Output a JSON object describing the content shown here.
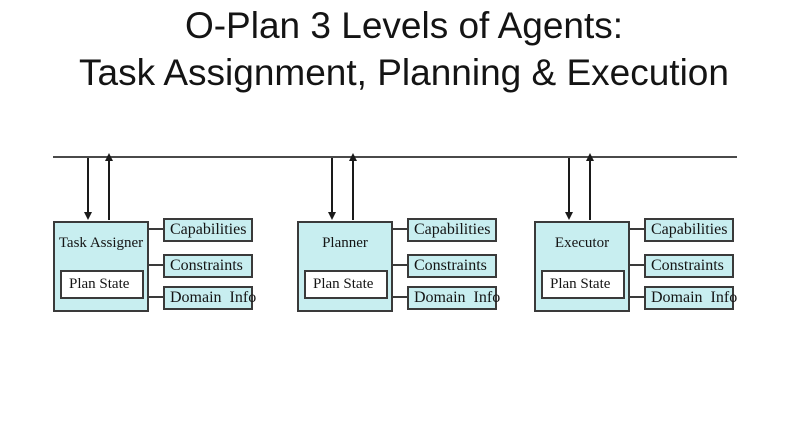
{
  "slide": {
    "title_line1": "O-Plan 3 Levels of Agents:",
    "title_line2": "Task Assignment, Planning & Execution"
  },
  "colors": {
    "background": "#ffffff",
    "agent-fill": "#c8eef0",
    "plan-state-fill": "#ffffff",
    "border": "#3a3a3a",
    "bus": "#4a4a4a",
    "arrow": "#1a1a1a",
    "text": "#141414"
  },
  "agents": [
    {
      "name": "Task Assigner",
      "plan_state": "Plan State",
      "resources": [
        "Capabilities",
        "Constraints",
        "Domain  Info"
      ]
    },
    {
      "name": "Planner",
      "plan_state": "Plan State",
      "resources": [
        "Capabilities",
        "Constraints",
        "Domain  Info"
      ]
    },
    {
      "name": "Executor",
      "plan_state": "Plan State",
      "resources": [
        "Capabilities",
        "Constraints",
        "Domain  Info"
      ]
    }
  ]
}
